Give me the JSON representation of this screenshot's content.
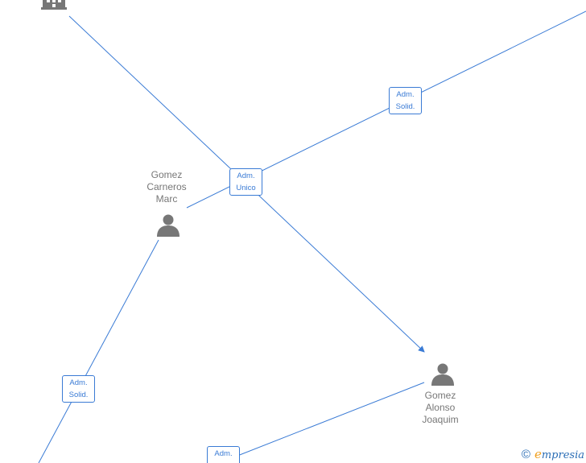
{
  "nodes": {
    "gomez_carneros": {
      "name_lines": [
        "Gomez",
        "Carneros",
        "Marc"
      ],
      "icon": "person-icon"
    },
    "gomez_alonso": {
      "name_lines": [
        "Gomez",
        "Alonso",
        "Joaquim"
      ],
      "icon": "person-icon"
    },
    "company": {
      "icon": "building-icon"
    }
  },
  "edges": [
    {
      "label_lines": [
        "Adm.",
        "Unico"
      ]
    },
    {
      "label_lines": [
        "Adm.",
        "Solid."
      ]
    },
    {
      "label_lines": [
        "Adm.",
        "Solid."
      ]
    },
    {
      "label_lines": [
        "Adm."
      ]
    }
  ],
  "footer": {
    "copyright_symbol": "©",
    "brand_initial": "e",
    "brand_rest": "mpresia"
  },
  "colors": {
    "edge": "#3a7bd5",
    "node_text": "#777777",
    "icon": "#777777"
  }
}
